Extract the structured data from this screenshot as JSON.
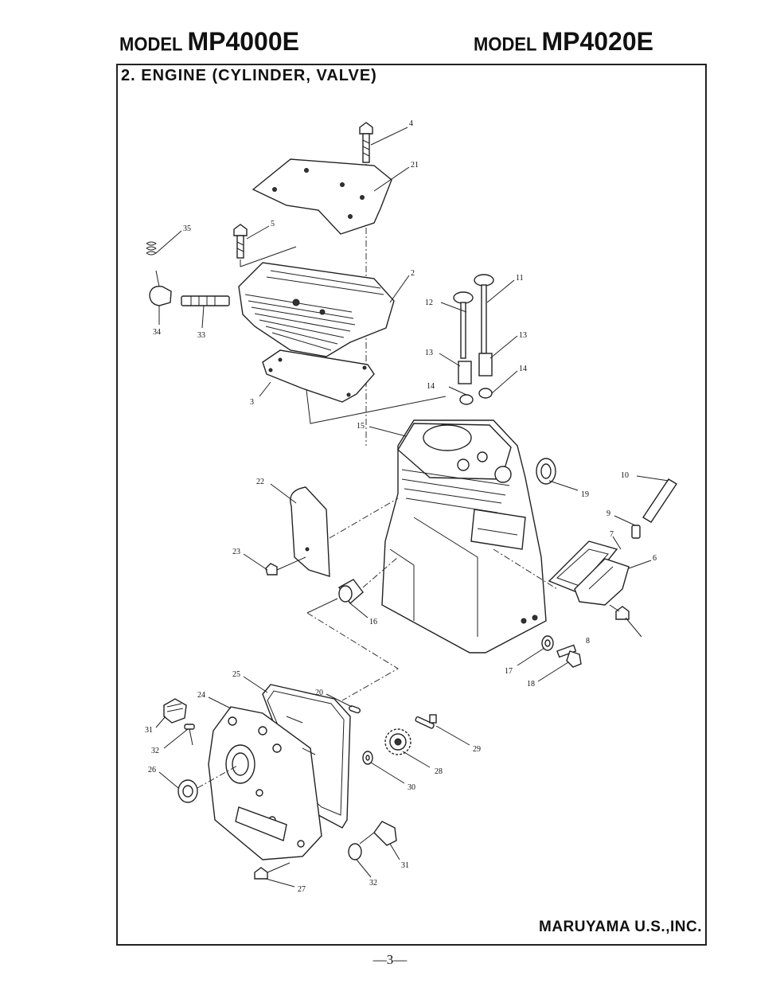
{
  "header": {
    "left_model_label": "MODEL",
    "left_model_number": "MP4000E",
    "right_model_label": "MODEL",
    "right_model_number": "MP4020E"
  },
  "section_title": "2. ENGINE (CYLINDER, VALVE)",
  "company": "MARUYAMA U.S.,INC.",
  "page_number": "—3—",
  "callouts": {
    "c4": "4",
    "c21": "21",
    "c35": "35",
    "c5": "5",
    "c2": "2",
    "c11": "11",
    "c12": "12",
    "c34": "34",
    "c33": "33",
    "c13a": "13",
    "c13b": "13",
    "c14a": "14",
    "c14b": "14",
    "c3": "3",
    "c15": "15",
    "c10": "10",
    "c19": "19",
    "c22": "22",
    "c9": "9",
    "c7": "7",
    "c6": "6",
    "c23": "23",
    "c16": "16",
    "c8": "8",
    "c17": "17",
    "c18": "18",
    "c25": "25",
    "c20": "20",
    "c24": "24",
    "c31a": "31",
    "c32a": "32",
    "c29": "29",
    "c26": "26",
    "c28": "28",
    "c30": "30",
    "c31b": "31",
    "c32b": "32",
    "c27": "27"
  }
}
